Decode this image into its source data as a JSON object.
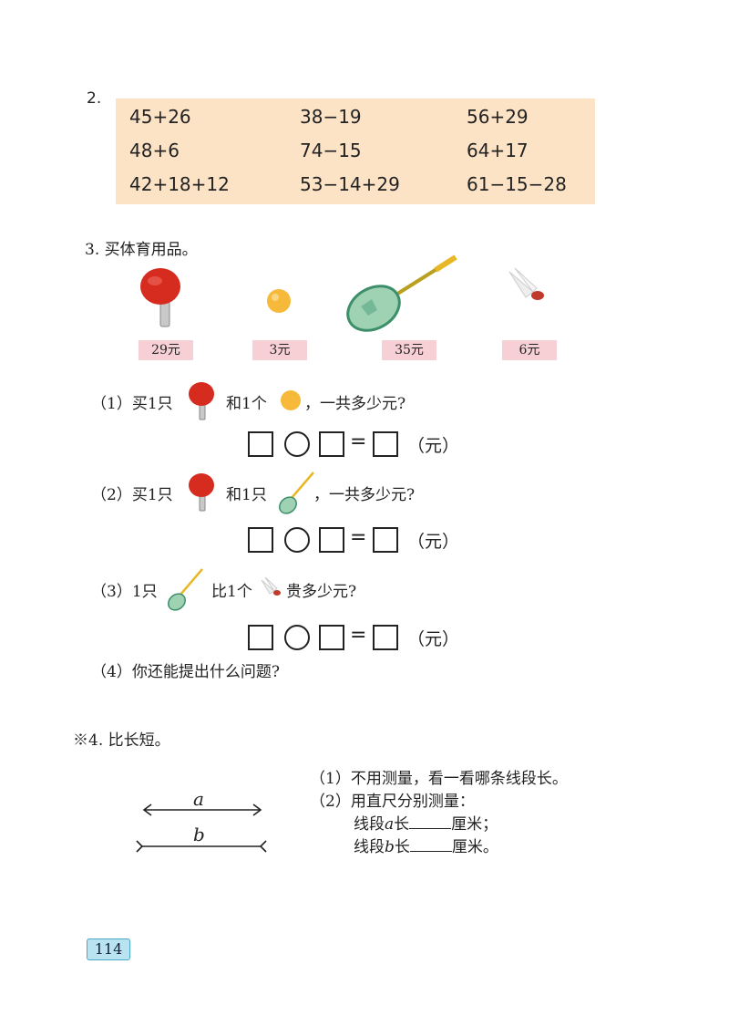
{
  "q2": {
    "number": "2.",
    "expressions": [
      [
        "45+26",
        "38−19",
        "56+29"
      ],
      [
        "48+6",
        "74−15",
        "64+17"
      ],
      [
        "42+18+12",
        "53−14+29",
        "61−15−28"
      ]
    ]
  },
  "q3": {
    "title": "3. 买体育用品。",
    "prices": [
      "29元",
      "3元",
      "35元",
      "6元"
    ],
    "sub": [
      {
        "label": "（1）买1只",
        "mid": "和1个",
        "end": "，一共多少元?"
      },
      {
        "label": "（2）买1只",
        "mid": "和1只",
        "end": "，一共多少元?"
      },
      {
        "label": "（3）1只",
        "mid": "比1个",
        "end": "贵多少元?"
      },
      {
        "label": "（4）你还能提出什么问题?"
      }
    ],
    "equals": "=",
    "unit": "（元）"
  },
  "q4": {
    "title": "※4. 比长短。",
    "seg_a": "a",
    "seg_b": "b",
    "line1": "（1）不用测量，看一看哪条线段长。",
    "line2": "（2）用直尺分别测量：",
    "line3_pre": "线段",
    "line3_var": "a",
    "line3_mid": "长",
    "line3_post": "厘米；",
    "line4_pre": "线段",
    "line4_var": "b",
    "line4_mid": "长",
    "line4_post": "厘米。"
  },
  "page_number": "114"
}
